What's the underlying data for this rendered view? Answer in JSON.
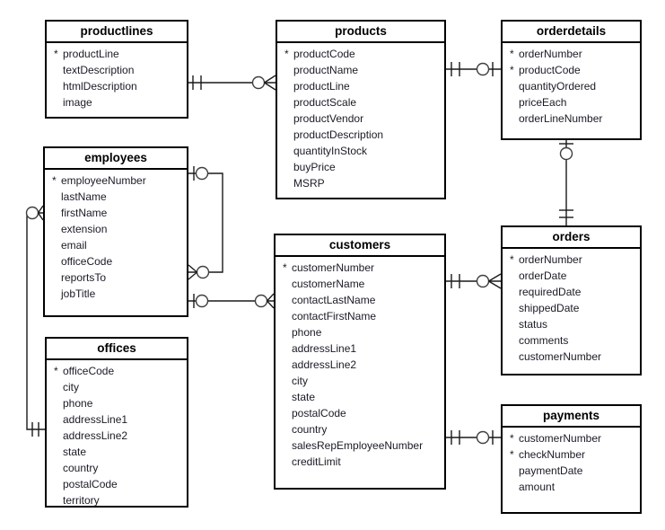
{
  "diagram": {
    "background_color": "#ffffff",
    "line_color": "#1a1a1a",
    "border_color": "#000000",
    "text_color": "#1a1a26",
    "key_marker": "*",
    "notation": "crow's foot"
  },
  "tables": [
    {
      "name": "productlines",
      "fields": [
        {
          "key": true,
          "name": "productLine"
        },
        {
          "key": false,
          "name": "textDescription"
        },
        {
          "key": false,
          "name": "htmlDescription"
        },
        {
          "key": false,
          "name": "image"
        }
      ]
    },
    {
      "name": "products",
      "fields": [
        {
          "key": true,
          "name": "productCode"
        },
        {
          "key": false,
          "name": "productName"
        },
        {
          "key": false,
          "name": "productLine"
        },
        {
          "key": false,
          "name": "productScale"
        },
        {
          "key": false,
          "name": "productVendor"
        },
        {
          "key": false,
          "name": "productDescription"
        },
        {
          "key": false,
          "name": "quantityInStock"
        },
        {
          "key": false,
          "name": "buyPrice"
        },
        {
          "key": false,
          "name": "MSRP"
        }
      ]
    },
    {
      "name": "orderdetails",
      "fields": [
        {
          "key": true,
          "name": "orderNumber"
        },
        {
          "key": true,
          "name": "productCode"
        },
        {
          "key": false,
          "name": "quantityOrdered"
        },
        {
          "key": false,
          "name": "priceEach"
        },
        {
          "key": false,
          "name": "orderLineNumber"
        }
      ]
    },
    {
      "name": "employees",
      "fields": [
        {
          "key": true,
          "name": "employeeNumber"
        },
        {
          "key": false,
          "name": "lastName"
        },
        {
          "key": false,
          "name": "firstName"
        },
        {
          "key": false,
          "name": "extension"
        },
        {
          "key": false,
          "name": "email"
        },
        {
          "key": false,
          "name": "officeCode"
        },
        {
          "key": false,
          "name": "reportsTo"
        },
        {
          "key": false,
          "name": "jobTitle"
        }
      ]
    },
    {
      "name": "customers",
      "fields": [
        {
          "key": true,
          "name": "customerNumber"
        },
        {
          "key": false,
          "name": "customerName"
        },
        {
          "key": false,
          "name": "contactLastName"
        },
        {
          "key": false,
          "name": "contactFirstName"
        },
        {
          "key": false,
          "name": "phone"
        },
        {
          "key": false,
          "name": "addressLine1"
        },
        {
          "key": false,
          "name": "addressLine2"
        },
        {
          "key": false,
          "name": "city"
        },
        {
          "key": false,
          "name": "state"
        },
        {
          "key": false,
          "name": "postalCode"
        },
        {
          "key": false,
          "name": "country"
        },
        {
          "key": false,
          "name": "salesRepEmployeeNumber"
        },
        {
          "key": false,
          "name": "creditLimit"
        }
      ]
    },
    {
      "name": "orders",
      "fields": [
        {
          "key": true,
          "name": "orderNumber"
        },
        {
          "key": false,
          "name": "orderDate"
        },
        {
          "key": false,
          "name": "requiredDate"
        },
        {
          "key": false,
          "name": "shippedDate"
        },
        {
          "key": false,
          "name": "status"
        },
        {
          "key": false,
          "name": "comments"
        },
        {
          "key": false,
          "name": "customerNumber"
        }
      ]
    },
    {
      "name": "offices",
      "fields": [
        {
          "key": true,
          "name": "officeCode"
        },
        {
          "key": false,
          "name": "city"
        },
        {
          "key": false,
          "name": "phone"
        },
        {
          "key": false,
          "name": "addressLine1"
        },
        {
          "key": false,
          "name": "addressLine2"
        },
        {
          "key": false,
          "name": "state"
        },
        {
          "key": false,
          "name": "country"
        },
        {
          "key": false,
          "name": "postalCode"
        },
        {
          "key": false,
          "name": "territory"
        }
      ]
    },
    {
      "name": "payments",
      "fields": [
        {
          "key": true,
          "name": "customerNumber"
        },
        {
          "key": true,
          "name": "checkNumber"
        },
        {
          "key": false,
          "name": "paymentDate"
        },
        {
          "key": false,
          "name": "amount"
        }
      ]
    }
  ],
  "relationships": [
    {
      "from": "productlines",
      "from_card": "exactly-one",
      "to": "products",
      "to_card": "zero-or-many"
    },
    {
      "from": "products",
      "from_card": "exactly-one",
      "to": "orderdetails",
      "to_card": "zero-or-one"
    },
    {
      "from": "orderdetails",
      "from_card": "zero-or-one",
      "to": "orders",
      "to_card": "exactly-one"
    },
    {
      "from": "customers",
      "from_card": "exactly-one",
      "to": "orders",
      "to_card": "zero-or-many"
    },
    {
      "from": "customers",
      "from_card": "exactly-one",
      "to": "payments",
      "to_card": "zero-or-one"
    },
    {
      "from": "employees",
      "from_card": "zero-or-one",
      "to": "employees",
      "to_card": "zero-or-many"
    },
    {
      "from": "employees",
      "from_card": "zero-or-one",
      "to": "customers",
      "to_card": "zero-or-many"
    },
    {
      "from": "offices",
      "from_card": "exactly-one",
      "to": "employees",
      "to_card": "zero-or-many"
    }
  ]
}
